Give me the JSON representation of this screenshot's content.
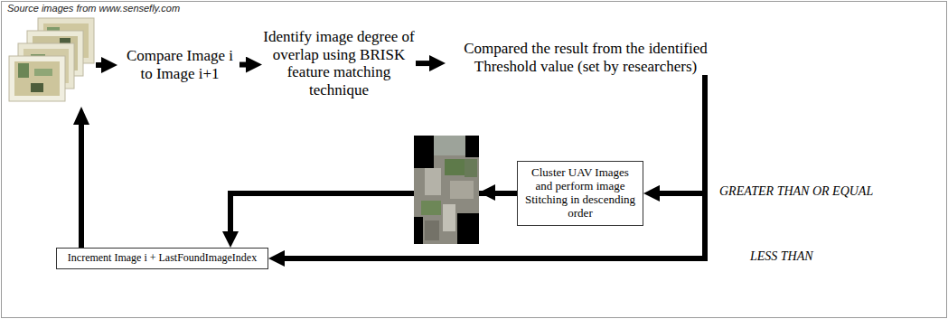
{
  "diagram": {
    "nodes": [
      {
        "text": [
          "Compare Image i to Image i+1"
        ]
      },
      {
        "text": [
          "Identify image degree of overlap using BRISK feature matching technique"
        ]
      },
      {
        "text": [
          "Compared the result from the identified Threshold value (set by researchers)"
        ]
      },
      {
        "text": [
          "Cluster UAV Images and perform image Stitching in descending order"
        ]
      },
      {
        "text": [
          "Increment Image i + LastFoundImageIndex"
        ]
      }
    ],
    "edges": [
      {
        "from": 0,
        "to": 1,
        "arrow": "to"
      },
      {
        "from": 1,
        "to": 2,
        "arrow": "to"
      },
      {
        "from": 2,
        "to": 3,
        "arrow": "to",
        "label": "GREATER THAN OR EQUAL"
      },
      {
        "from": 2,
        "to": 4,
        "arrow": "to",
        "label": "LESS THAN"
      },
      {
        "from": 3,
        "to": 4,
        "arrow": "to"
      }
    ],
    "labels": [
      "Source images from www.sensefly.com"
    ]
  }
}
